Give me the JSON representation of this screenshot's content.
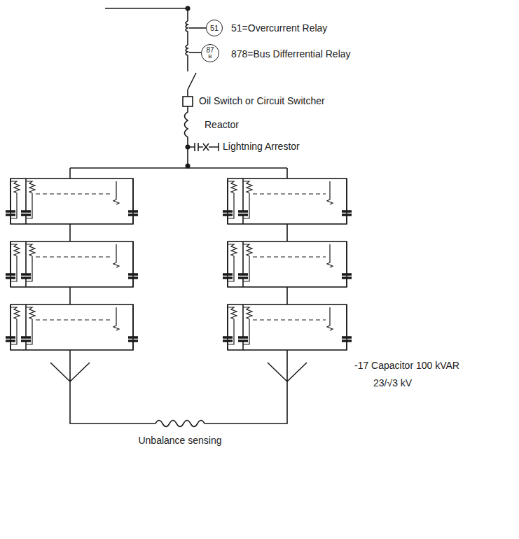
{
  "diagram": {
    "nodes": [
      {
        "text": [
          "51"
        ]
      },
      {
        "text": [
          "87",
          "B"
        ]
      }
    ],
    "labels": [
      "51=Overcurrent Relay",
      "878=Bus Differrential Relay",
      "Oil Switch or Circuit Switcher",
      "Reactor",
      "Lightning Arrestor",
      "-17 Capacitor 100 kVAR",
      "23/√3 kV",
      "Unbalance sensing"
    ]
  }
}
